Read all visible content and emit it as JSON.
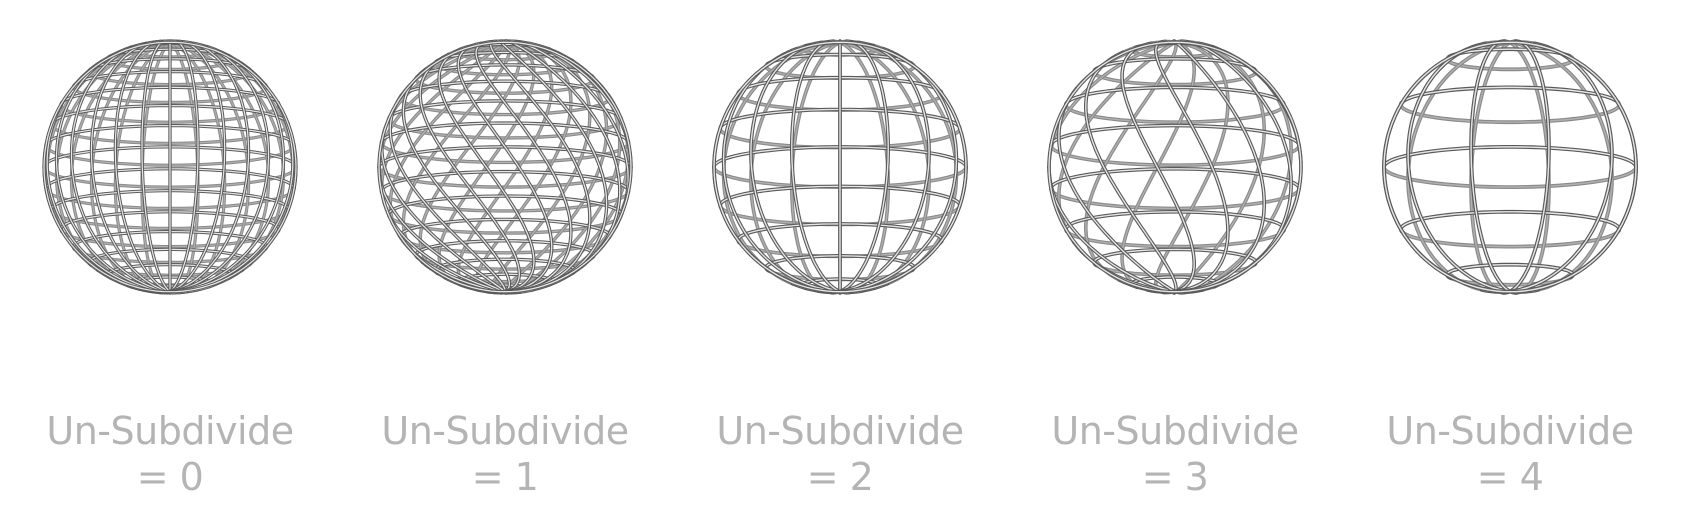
{
  "colors": {
    "background": "#ffffff",
    "wire_dark": "#5a5a5a",
    "wire_light": "#b0b0b0",
    "caption": "#b4b4b4"
  },
  "panels": [
    {
      "label": "Un-Subdivide",
      "value": "= 0",
      "style": "grid-dense"
    },
    {
      "label": "Un-Subdivide",
      "value": "= 1",
      "style": "twisted-dense"
    },
    {
      "label": "Un-Subdivide",
      "value": "= 2",
      "style": "grid-medium"
    },
    {
      "label": "Un-Subdivide",
      "value": "= 3",
      "style": "twisted-sparse"
    },
    {
      "label": "Un-Subdivide",
      "value": "= 4",
      "style": "grid-coarse"
    }
  ]
}
